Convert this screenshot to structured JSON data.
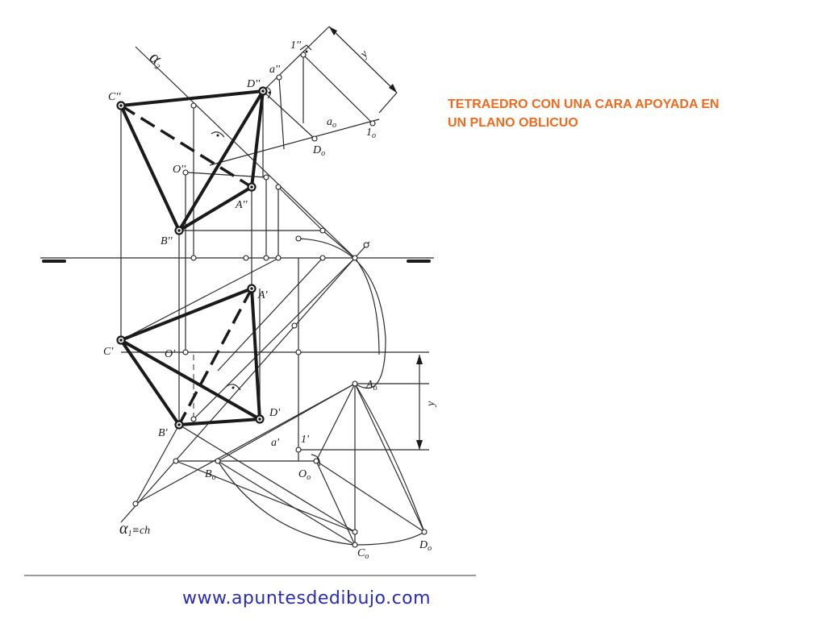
{
  "title": "TETRAEDRO CON UNA CARA APOYADA EN\nUN PLANO OBLICUO",
  "website": "www.apuntesdedibujo.com",
  "colors": {
    "title": "#ee6a1d",
    "website": "#2a2ab8",
    "lines": "#1a1a1a"
  },
  "labels": {
    "C2": "C''",
    "D2": "D''",
    "O2": "O''",
    "A2": "A''",
    "B2": "B''",
    "one2": "1''",
    "a2": "a''",
    "a0": "a",
    "a0_sub": "o",
    "one0": "1",
    "one0_sub": "o",
    "D0_up": "D",
    "D0_up_sub": "o",
    "alpha2": "α",
    "alpha2_sub": "2",
    "y_top": "y",
    "y_bottom": "y",
    "A1": "A'",
    "C1": "C'",
    "O1": "O'",
    "D1": "D'",
    "B1": "B'",
    "a1": "a'",
    "one1": "1'",
    "A0": "A",
    "A0_sub": "o",
    "B0": "B",
    "B0_sub": "o",
    "O0": "O",
    "O0_sub": "o",
    "C0": "C",
    "C0_sub": "o",
    "D0": "D",
    "D0_sub": "o",
    "alpha1": "α",
    "alpha1_sub": "1",
    "alpha1_rest": "≡ch"
  }
}
